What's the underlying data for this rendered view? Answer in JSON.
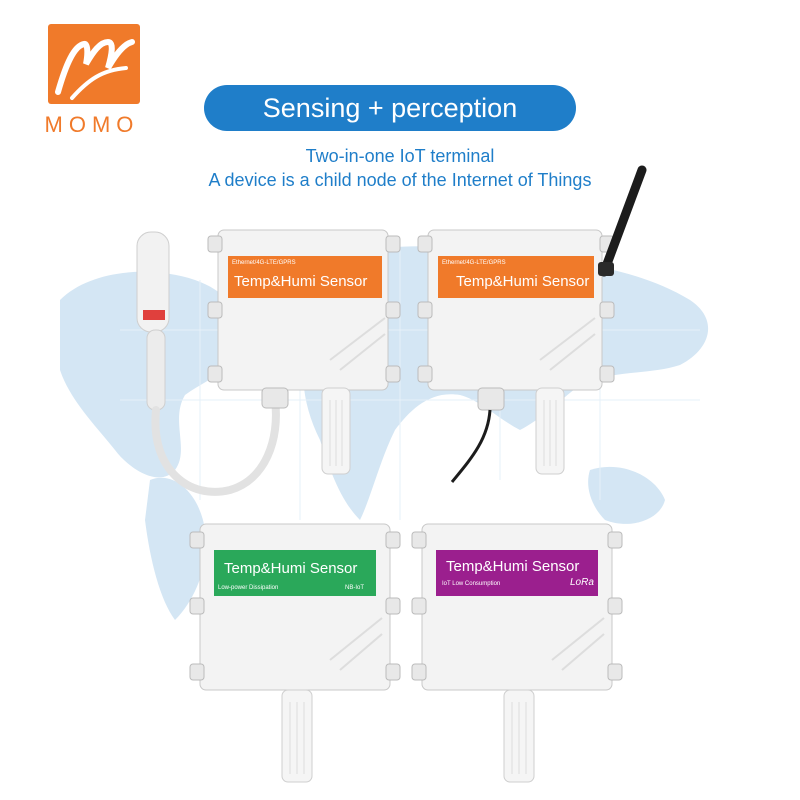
{
  "brand": {
    "name": "MOMO"
  },
  "header": {
    "title": "Sensing + perception",
    "subtitle_line1": "Two-in-one IoT terminal",
    "subtitle_line2": "A device is a child node of the Internet of Things"
  },
  "devices": [
    {
      "band_color": "#f07a2a",
      "top_label": "Ethernet/4G-LTE/GPRS",
      "title": "Temp&Humi Sensor"
    },
    {
      "band_color": "#f07a2a",
      "top_label": "Ethernet/4G-LTE/GPRS",
      "title": "Temp&Humi Sensor"
    },
    {
      "band_color": "#2aa85a",
      "title": "Temp&Humi Sensor",
      "bottom_left": "Low-power Dissipation",
      "bottom_right": "NB-IoT"
    },
    {
      "band_color": "#9b1f8e",
      "title": "Temp&Humi Sensor",
      "bottom_left": "IoT Low Consumption",
      "bottom_right": "LoRa"
    }
  ],
  "colors": {
    "accent_blue": "#1f7ec9",
    "brand_orange": "#f07a2a",
    "map": "#cfe3f3"
  }
}
